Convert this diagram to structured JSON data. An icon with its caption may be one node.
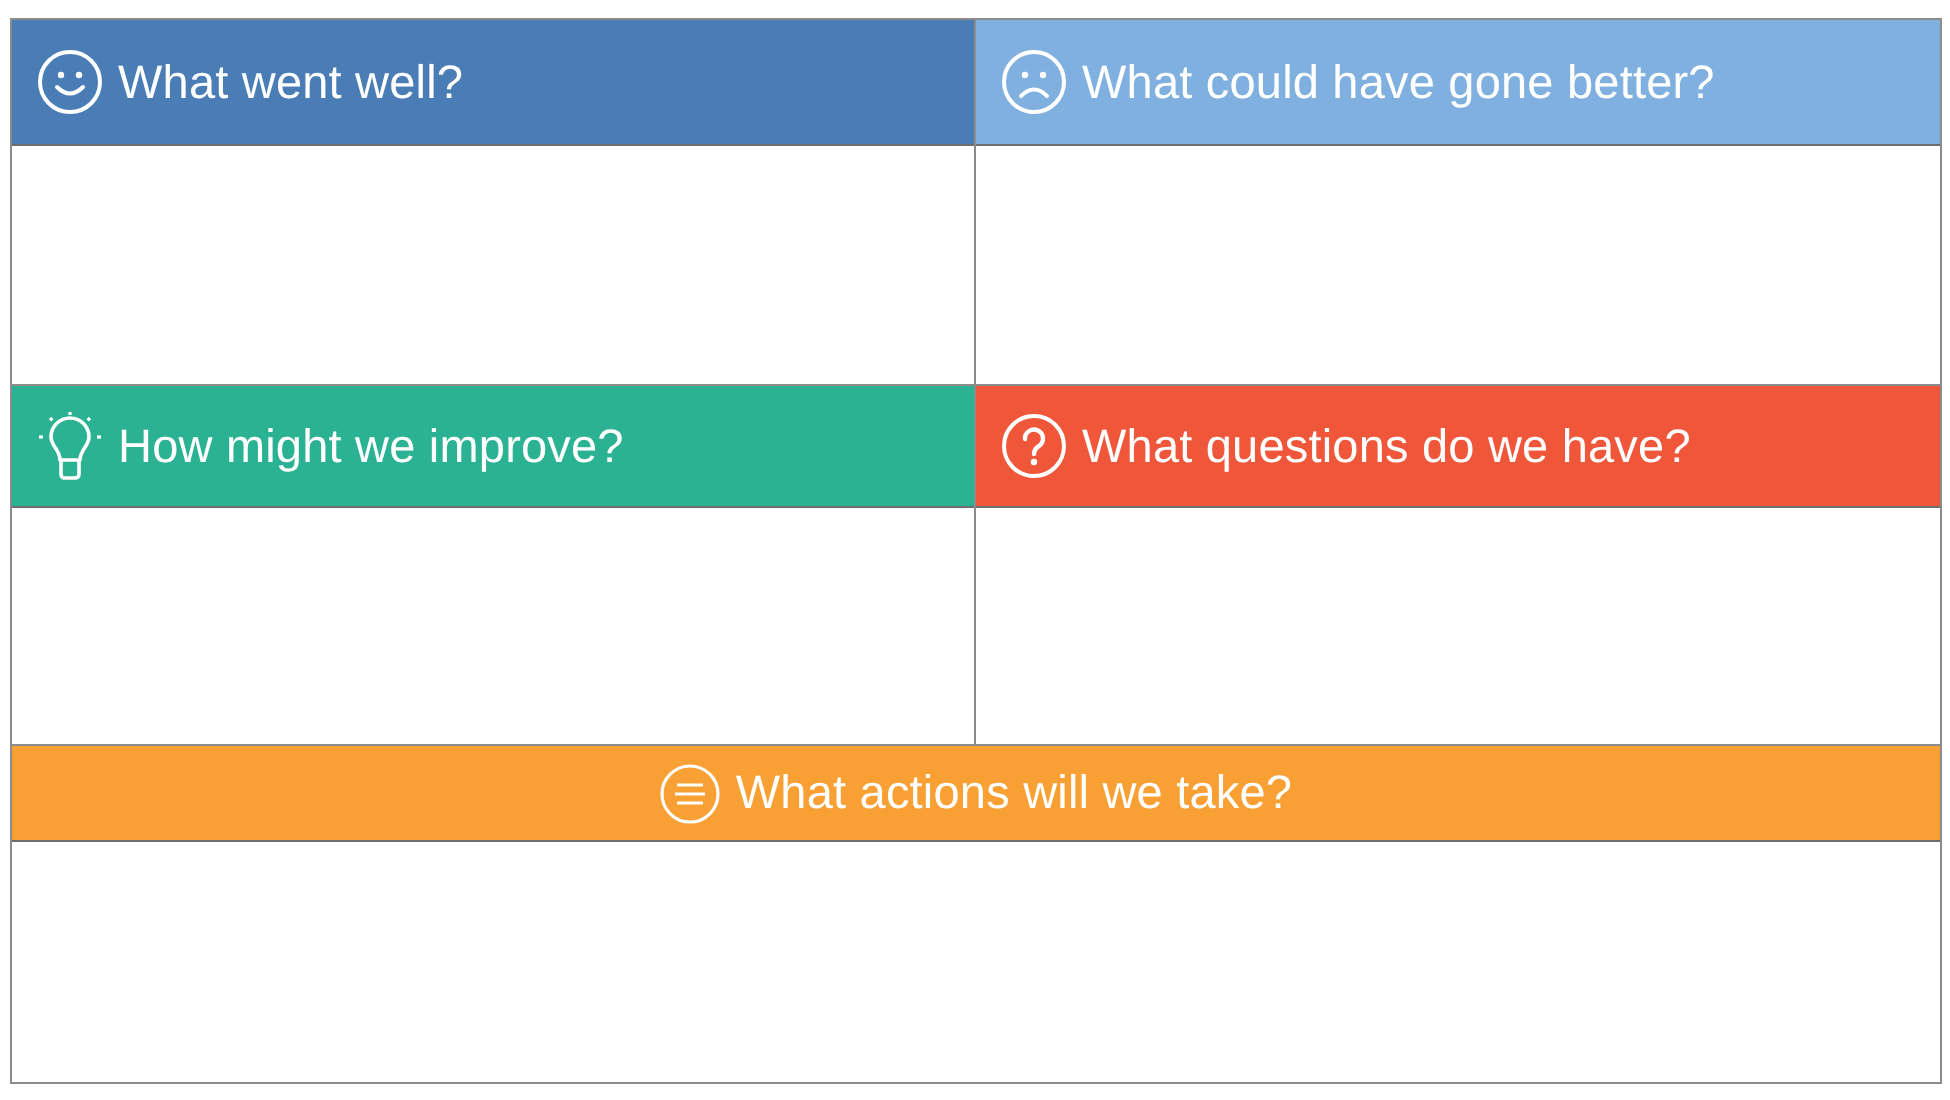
{
  "diagram": {
    "nodes": [
      {
        "text": [
          "What went well?"
        ]
      },
      {
        "text": [
          "What could have gone better?"
        ]
      },
      {
        "text": [
          "How might we improve?"
        ]
      },
      {
        "text": [
          "What questions do we have?"
        ]
      },
      {
        "text": [
          "What actions will we take?"
        ]
      }
    ]
  }
}
